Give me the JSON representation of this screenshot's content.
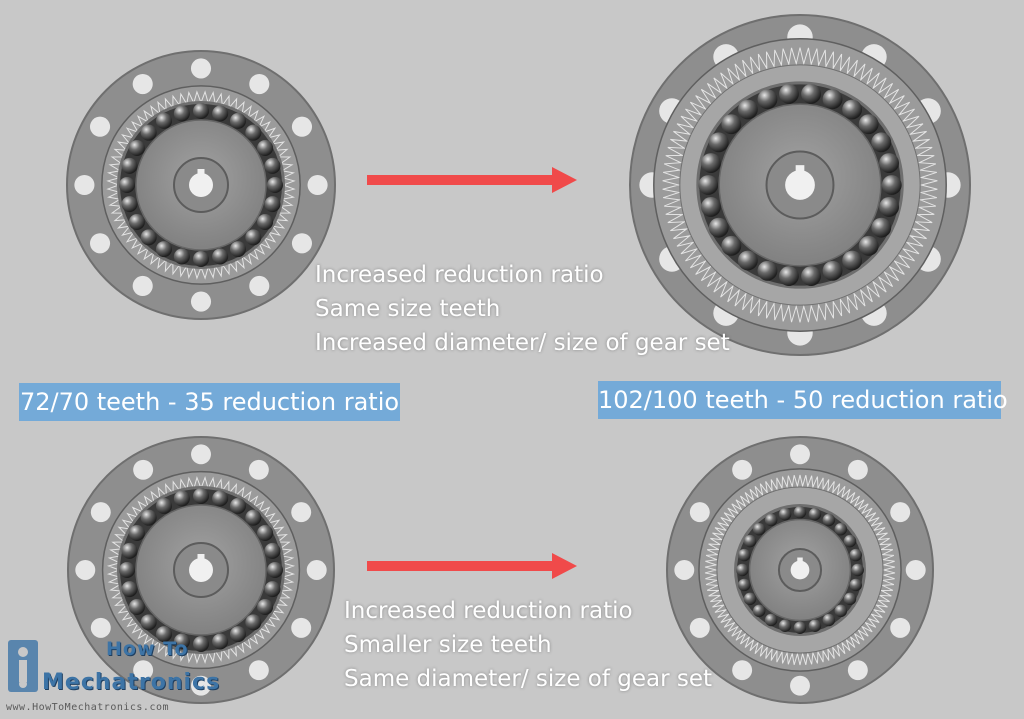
{
  "colors": {
    "background": "#c8c8c8",
    "arrow": "#f04a4a",
    "label_box": "#74aad8",
    "label_text": "#ffffff",
    "gear_body": "#8e8e8e",
    "watermark": "#3d74a6"
  },
  "labels": {
    "left": "72/70 teeth - 35 reduction ratio",
    "right": "102/100 teeth - 50 reduction ratio"
  },
  "notes": {
    "top": [
      "Increased reduction ratio",
      "Same size teeth",
      "Increased diameter/ size of gear set"
    ],
    "bottom": [
      "Increased reduction ratio",
      "Smaller size teeth",
      "Same diameter/ size of gear set"
    ]
  },
  "gears": [
    {
      "id": "gear-top-left",
      "teeth": 72,
      "balls": 24
    },
    {
      "id": "gear-top-right",
      "teeth": 102,
      "balls": 26
    },
    {
      "id": "gear-bottom-left",
      "teeth": 72,
      "balls": 24
    },
    {
      "id": "gear-bottom-right",
      "teeth": 102,
      "balls": 24
    }
  ],
  "arrows": [
    {
      "id": "arrow-top",
      "icon": "arrow-right-icon"
    },
    {
      "id": "arrow-bottom",
      "icon": "arrow-right-icon"
    }
  ],
  "watermark": {
    "line1": "How To",
    "line2": "Mechatronics",
    "url": "www.HowToMechatronics.com"
  }
}
